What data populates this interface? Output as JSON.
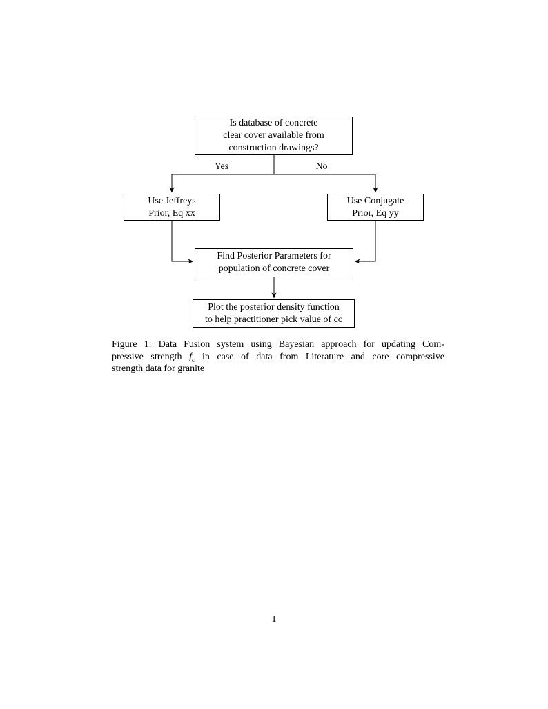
{
  "page": {
    "background": "#ffffff",
    "text_color": "#000000",
    "page_number": "1"
  },
  "flowchart": {
    "line_color": "#000000",
    "nodes": {
      "top": {
        "text": "Is database of concrete\nclear cover available from\nconstruction drawings?"
      },
      "left": {
        "text": "Use Jeffreys\nPrior, Eq xx"
      },
      "right": {
        "text": "Use Conjugate\nPrior, Eq yy"
      },
      "middle": {
        "text": "Find Posterior Parameters for\npopulation of concrete cover"
      },
      "bottom": {
        "text": "Plot the posterior density function\nto help practitioner pick value of cc"
      }
    },
    "edge_labels": {
      "yes": "Yes",
      "no": "No"
    }
  },
  "caption": {
    "line1": "Figure 1: Data Fusion system using Bayesian approach for updating Com-",
    "line2_pre": "pressive strength",
    "line2_math_var": "f",
    "line2_math_sub": "c",
    "line2_post": "in case of data from Literature and core compressive",
    "line3": "strength data for granite"
  }
}
